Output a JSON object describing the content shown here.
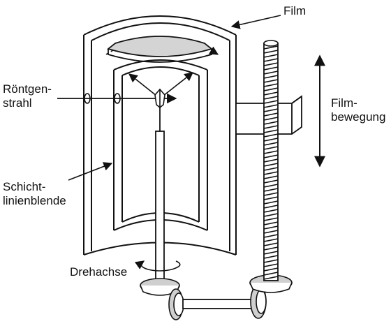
{
  "labels": {
    "film": "Film",
    "roentgen_line1": "Röntgen-",
    "roentgen_line2": "strahl",
    "filmbewegung_line1": "Film-",
    "filmbewegung_line2": "bewegung",
    "schicht_line1": "Schicht-",
    "schicht_line2": "linienblende",
    "drehachse": "Drehachse"
  },
  "colors": {
    "stroke": "#111111",
    "film_plate": "#d4d4d4",
    "background": "#ffffff"
  },
  "icons": {
    "crystal": "crystal-icon",
    "rotation": "rotation-arrow-icon"
  }
}
